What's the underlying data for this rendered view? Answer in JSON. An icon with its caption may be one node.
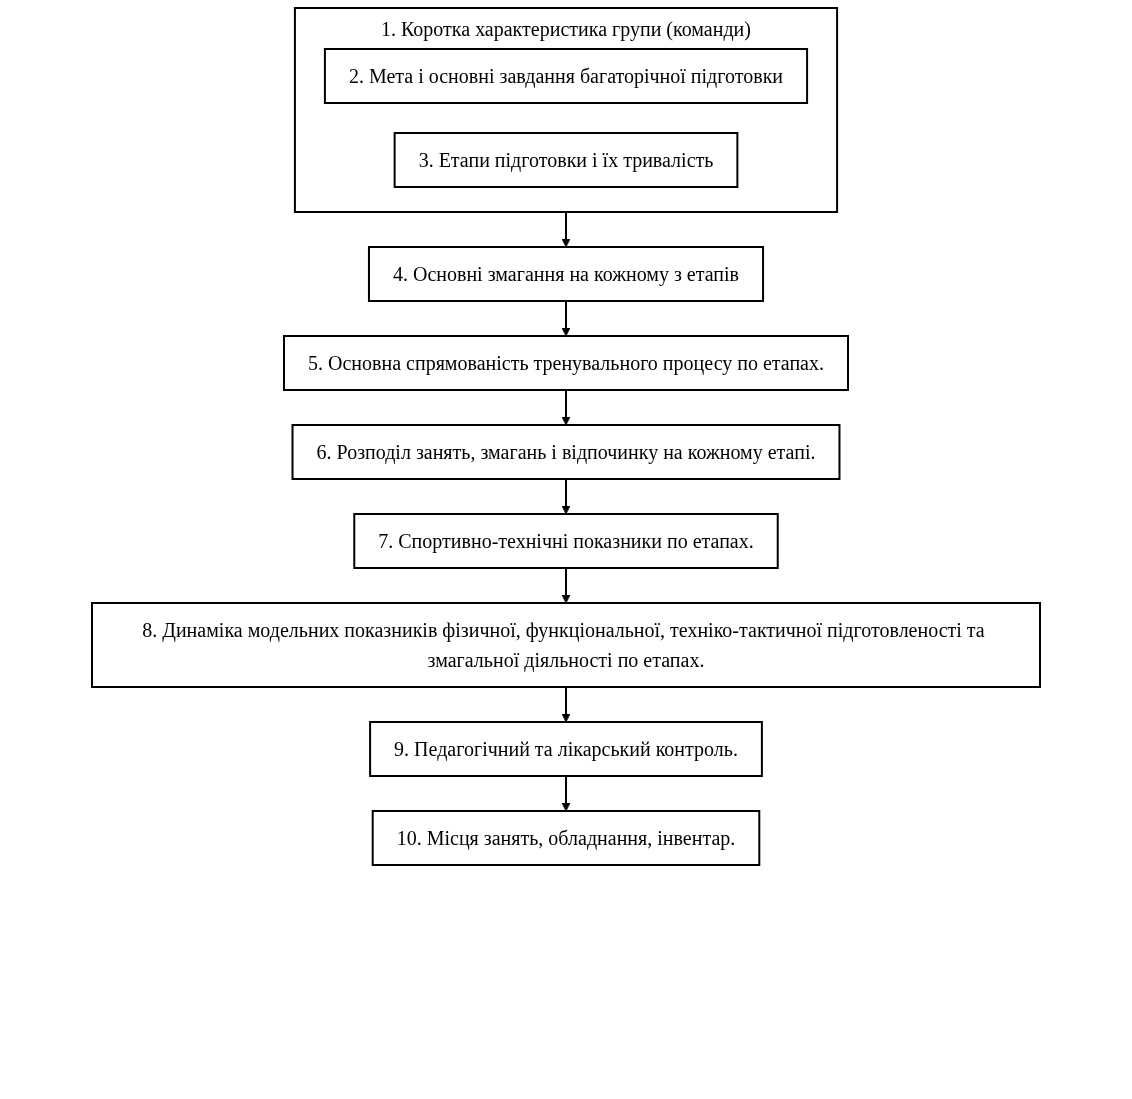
{
  "diagram": {
    "nodes": [
      {
        "text": [
          "1. Коротка характеристика групи (команди)"
        ]
      },
      {
        "text": [
          "2. Мета і основні завдання багаторічної підготовки"
        ],
        "in": 0
      },
      {
        "text": [
          "3. Етапи підготовки і їх тривалість"
        ],
        "in": 0
      },
      {
        "text": [
          "4. Основні змагання на кожному з етапів"
        ]
      },
      {
        "text": [
          "5. Основна спрямованість тренувального процесу по етапах."
        ]
      },
      {
        "text": [
          "6. Розподіл занять, змагань і відпочинку на кожному етапі."
        ]
      },
      {
        "text": [
          "7. Спортивно-технічні показники по етапах."
        ]
      },
      {
        "text": [
          "8. Динаміка модельних показників фізичної, функціональної, техніко-тактичної підготовленості та змагальної діяльності по етапах."
        ]
      },
      {
        "text": [
          "9. Педагогічний та лікарський контроль."
        ]
      },
      {
        "text": [
          "10. Місця занять, обладнання, інвентар."
        ]
      }
    ],
    "edges": [
      {
        "from": 0,
        "to": 3,
        "arrow": "to"
      },
      {
        "from": 3,
        "to": 4,
        "arrow": "to"
      },
      {
        "from": 4,
        "to": 5,
        "arrow": "to"
      },
      {
        "from": 5,
        "to": 6,
        "arrow": "to"
      },
      {
        "from": 6,
        "to": 7,
        "arrow": "to"
      },
      {
        "from": 7,
        "to": 8,
        "arrow": "to"
      },
      {
        "from": 8,
        "to": 9,
        "arrow": "to"
      }
    ]
  }
}
